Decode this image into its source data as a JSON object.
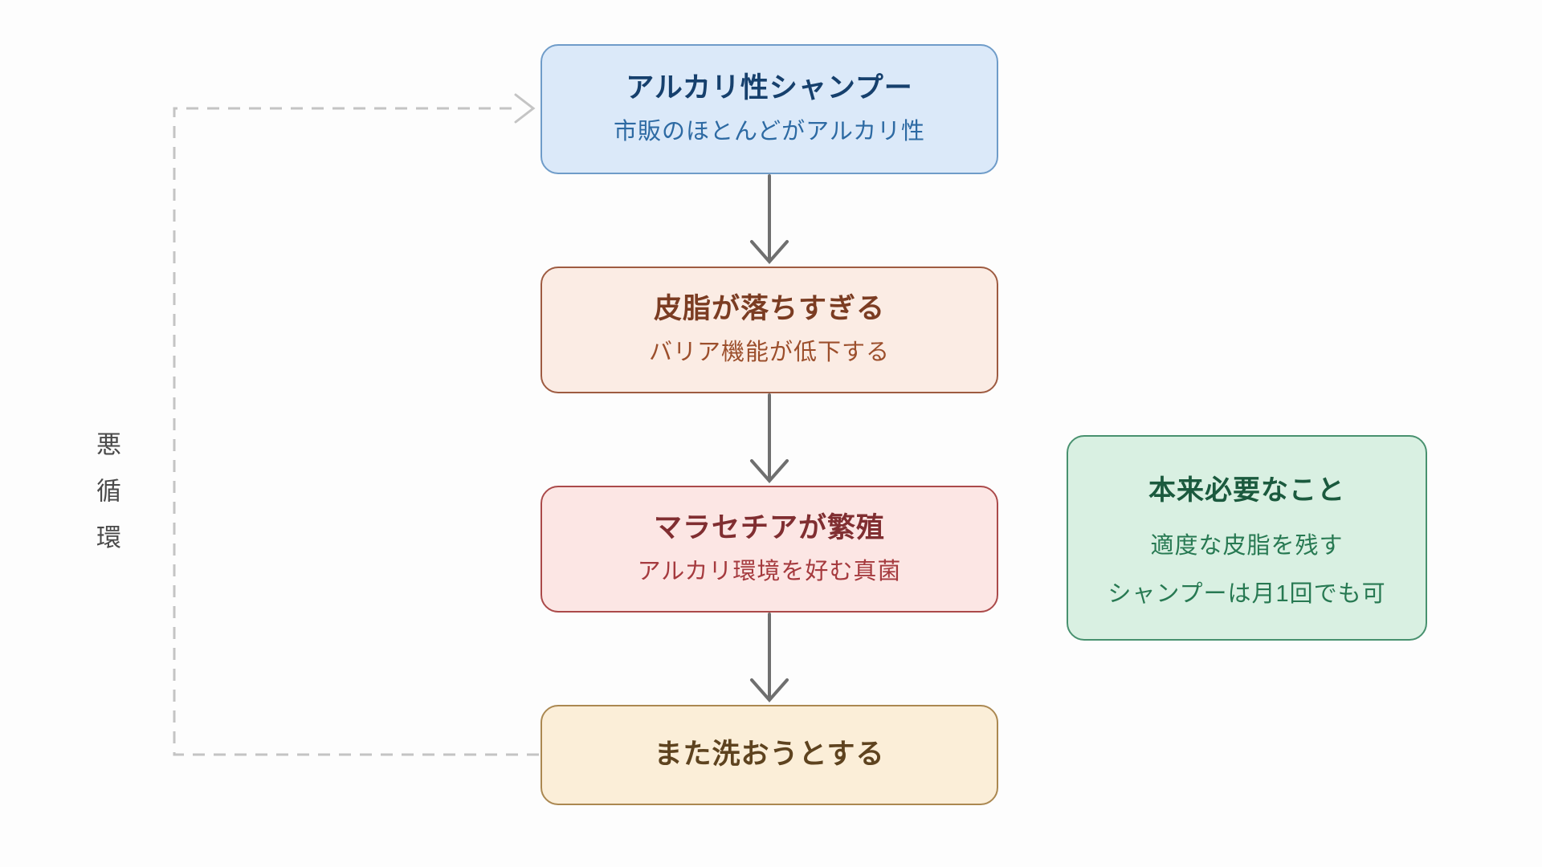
{
  "canvas": {
    "background": "#fdfdfd"
  },
  "cycle_label": {
    "text": "悪循環",
    "color": "#4a4a4a"
  },
  "flow": {
    "nodes": [
      {
        "id": "alkaline-shampoo",
        "title": "アルカリ性シャンプー",
        "subtitle": "市販のほとんどがアルカリ性",
        "bg": "#dbe9f9",
        "border": "#6f9cc9",
        "title_color": "#16406d",
        "subtitle_color": "#2d6aa3"
      },
      {
        "id": "sebum-stripped",
        "title": "皮脂が落ちすぎる",
        "subtitle": "バリア機能が低下する",
        "bg": "#fbece4",
        "border": "#9e5b41",
        "title_color": "#7b3c22",
        "subtitle_color": "#9c4f2c"
      },
      {
        "id": "malassezia-grows",
        "title": "マラセチアが繁殖",
        "subtitle": "アルカリ環境を好む真菌",
        "bg": "#fce6e4",
        "border": "#ab4a4a",
        "title_color": "#802e31",
        "subtitle_color": "#a53a3e"
      },
      {
        "id": "wash-again",
        "title": "また洗おうとする",
        "subtitle": "",
        "bg": "#fbeed8",
        "border": "#ab8851",
        "title_color": "#5e431f",
        "subtitle_color": "#5e431f"
      }
    ]
  },
  "side_note": {
    "title": "本来必要なこと",
    "lines": [
      "適度な皮脂を残す",
      "シャンプーは月1回でも可"
    ],
    "bg": "#d9f0e2",
    "border": "#48916f",
    "title_color": "#1b5a3e",
    "line_color": "#277952"
  },
  "connectors": {
    "solid_color": "#6f6f6f",
    "dashed_color": "#c4c4c4"
  }
}
